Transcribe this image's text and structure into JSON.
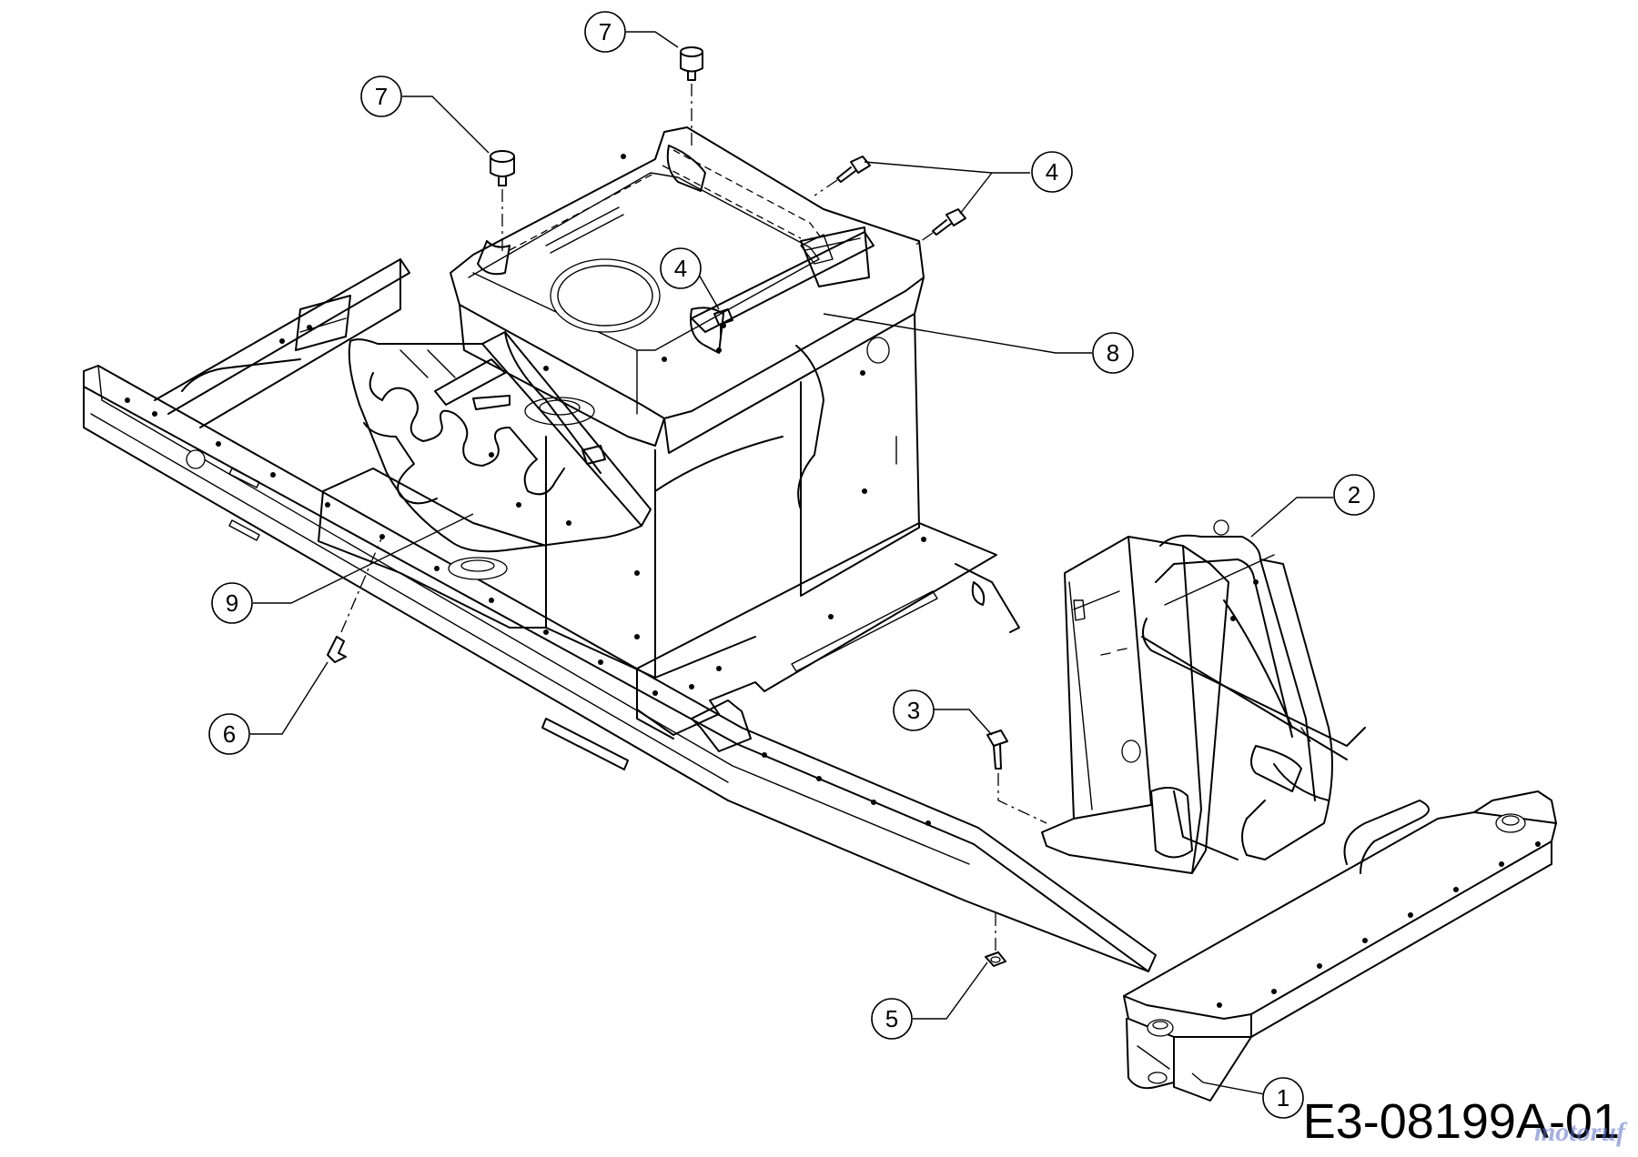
{
  "diagram": {
    "drawing_id": "E3-08199A-01",
    "watermark": "motoruf",
    "callouts": [
      {
        "label": "1"
      },
      {
        "label": "2"
      },
      {
        "label": "3"
      },
      {
        "label": "4"
      },
      {
        "label": "4"
      },
      {
        "label": "5"
      },
      {
        "label": "6"
      },
      {
        "label": "7"
      },
      {
        "label": "7"
      },
      {
        "label": "8"
      },
      {
        "label": "9"
      }
    ]
  }
}
